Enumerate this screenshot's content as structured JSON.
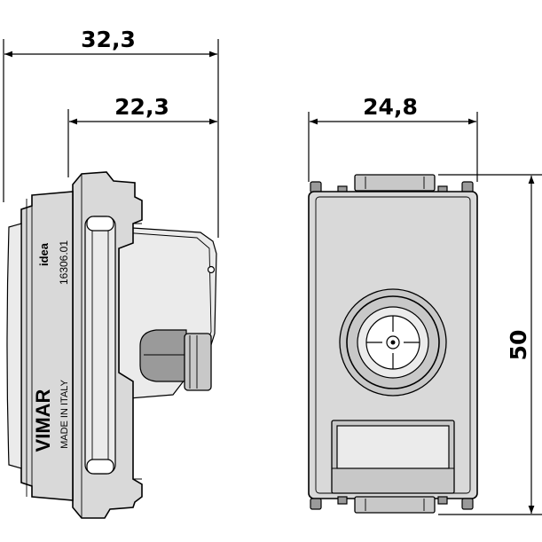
{
  "dimensions": {
    "overall_depth": "32,3",
    "body_depth": "22,3",
    "width": "24,8",
    "height": "50"
  },
  "labels": {
    "brand": "VIMAR",
    "origin": "MADE IN ITALY",
    "series": "idea",
    "part_number": "16306.01"
  },
  "colors": {
    "line": "#000000",
    "body_fill": "#d9d9d9",
    "shade_fill": "#9a9a9a"
  }
}
